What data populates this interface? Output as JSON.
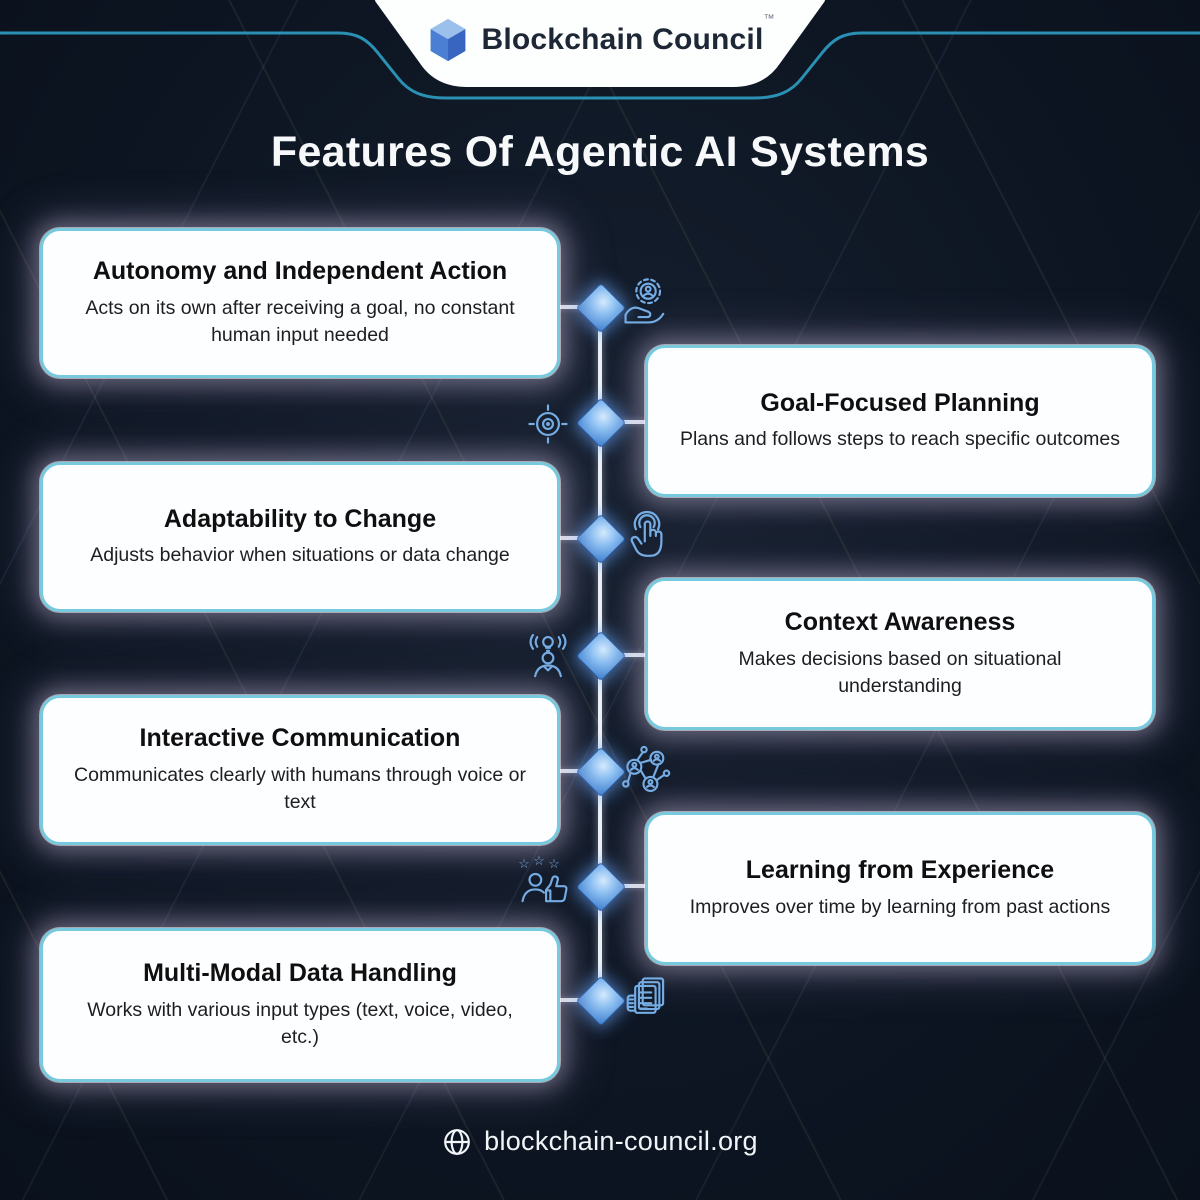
{
  "brand": {
    "name": "Blockchain Council",
    "tm": "™",
    "logo_icon": "cube-logo-icon"
  },
  "title": "Features Of Agentic AI Systems",
  "features": [
    {
      "side": "left",
      "title": "Autonomy and Independent Action",
      "description": "Acts on its own after receiving a goal, no constant human input needed",
      "icon": "gear-hand-icon"
    },
    {
      "side": "right",
      "title": "Goal-Focused Planning",
      "description": "Plans and follows steps to reach specific outcomes",
      "icon": "target-icon"
    },
    {
      "side": "left",
      "title": "Adaptability to Change",
      "description": "Adjusts behavior when situations or data change",
      "icon": "tap-gesture-icon"
    },
    {
      "side": "right",
      "title": "Context Awareness",
      "description": "Makes decisions based on situational understanding",
      "icon": "person-idea-icon"
    },
    {
      "side": "left",
      "title": "Interactive Communication",
      "description": "Communicates clearly with humans through voice or text",
      "icon": "people-network-icon"
    },
    {
      "side": "right",
      "title": "Learning from Experience",
      "description": "Improves over time by learning from past actions",
      "icon": "thumbs-up-stars-icon"
    },
    {
      "side": "left",
      "title": "Multi-Modal Data Handling",
      "description": "Works with various input types (text, voice, video, etc.)",
      "icon": "documents-icon"
    }
  ],
  "footer": {
    "url": "blockchain-council.org",
    "icon": "globe-icon"
  },
  "colors": {
    "background": "#0d1522",
    "card_border": "#77c9de",
    "card_bg": "#fdfeff",
    "diamond_node": "#8cc0f2",
    "icon_stroke": "#76ace4",
    "swoosh": "#2e9fc4",
    "title_text": "#f6f8fa"
  }
}
